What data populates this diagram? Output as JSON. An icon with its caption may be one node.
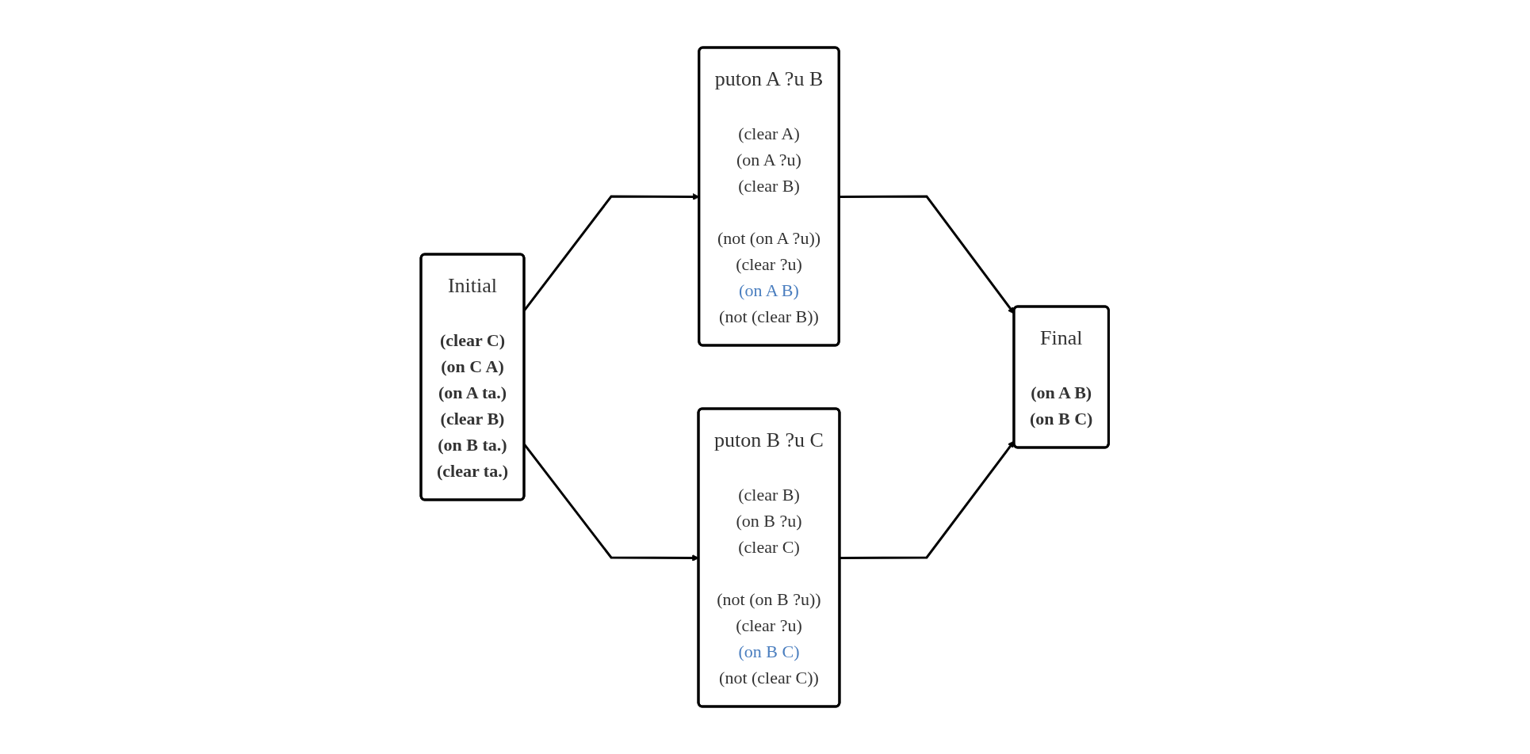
{
  "diagram": {
    "nodes": [
      {
        "text": [
          "Initial",
          "(clear C)",
          "(on C A)",
          "(on A ta.)",
          "(clear B)",
          "(on B ta.)",
          "(clear ta.)"
        ]
      },
      {
        "text": [
          "puton A ?u B",
          "(clear A)",
          "(on A ?u)",
          "(clear B)",
          "(not (on A ?u))",
          "(clear ?u)",
          "(on A B)",
          "(not (clear B))"
        ]
      },
      {
        "text": [
          "puton B ?u C",
          "(clear B)",
          "(on B ?u)",
          "(clear C)",
          "(not (on B ?u))",
          "(clear ?u)",
          "(on B C)",
          "(not (clear C))"
        ]
      },
      {
        "text": [
          "Final",
          "(on A B)",
          "(on B C)"
        ]
      }
    ],
    "edges": [
      {
        "from": 0,
        "to": 1,
        "arrow": "to"
      },
      {
        "from": 0,
        "to": 2,
        "arrow": "to"
      },
      {
        "from": 1,
        "to": 3,
        "arrow": "to"
      },
      {
        "from": 2,
        "to": 3,
        "arrow": "to"
      }
    ]
  }
}
